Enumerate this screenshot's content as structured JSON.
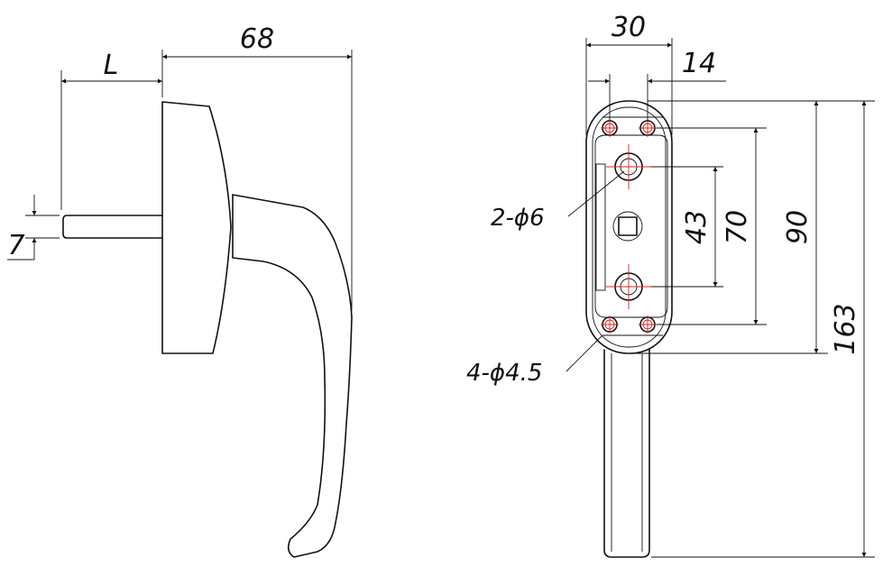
{
  "dimensions": {
    "side_view": {
      "overall_length": "68",
      "spindle_length": "L",
      "spindle_size": "7"
    },
    "front_view": {
      "width": "30",
      "offset": "14",
      "hole_spacing_small": "43",
      "hole_spacing_large": "70",
      "base_height": "90",
      "total_height": "163"
    }
  },
  "callouts": {
    "large_holes": "2-ϕ6",
    "small_holes": "4-ϕ4.5"
  },
  "colors": {
    "line": "#111111",
    "centerline": "#e02020"
  }
}
